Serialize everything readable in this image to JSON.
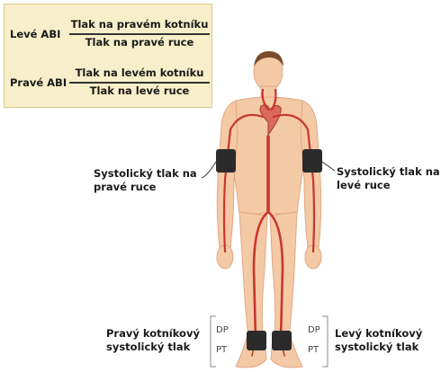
{
  "formulas": {
    "left_abi": {
      "label": "Levé ABI",
      "numerator": "Tlak na pravém kotníku",
      "denominator": "Tlak na pravé ruce"
    },
    "right_abi": {
      "label": "Pravé ABI",
      "numerator": "Tlak na levém kotníku",
      "denominator": "Tlak na levé ruce"
    }
  },
  "labels": {
    "right_arm": [
      "Systolický tlak na",
      "pravé ruce"
    ],
    "left_arm": [
      "Systolický tlak na",
      "levé ruce"
    ],
    "right_ankle": [
      "Pravý kotníkový",
      "systolický tlak"
    ],
    "left_ankle": [
      "Levý kotníkový",
      "systolický tlak"
    ]
  },
  "pulse_sites": {
    "dp": "DP",
    "pt": "PT"
  },
  "colors": {
    "box_bg": "#f8eec9",
    "skin": "#f4c9a6",
    "artery": "#c8372d",
    "cuff": "#2b2b2b"
  }
}
